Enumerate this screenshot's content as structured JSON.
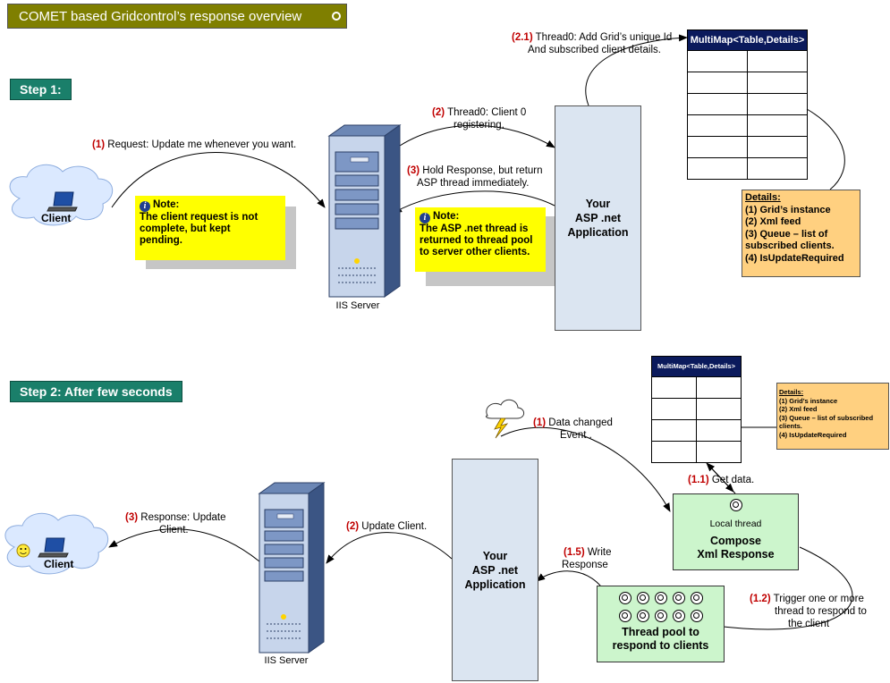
{
  "title": "COMET based Gridcontrol’s response overview",
  "step1": {
    "label": "Step 1:",
    "client": "Client",
    "server_label": "IIS Server",
    "app_label": [
      "Your",
      "ASP .net",
      "Application"
    ],
    "arrow1_num": "(1)",
    "arrow1_text": "Request: Update me whenever you want.",
    "arrow2_num": "(2)",
    "arrow2_text_line1": "Thread0: Client 0",
    "arrow2_text_line2": "registering.",
    "arrow3_num": "(3)",
    "arrow3_text_line1": "Hold Response, but return",
    "arrow3_text_line2": "ASP thread immediately.",
    "arrow21_num": "(2.1)",
    "arrow21_text_line1": "Thread0: Add Grid’s unique Id",
    "arrow21_text_line2": "And subscribed client details.",
    "note1_title": "Note:",
    "note1_body": [
      "The client request is not",
      "complete, but kept",
      "pending."
    ],
    "note2_title": "Note:",
    "note2_body": [
      "The ASP .net thread is",
      "returned to thread pool",
      "to server other clients."
    ],
    "multimap_header": "MultiMap<Table,Details>",
    "details_title": "Details:",
    "details_lines": [
      "(1) Grid’s instance",
      "(2) Xml feed",
      "(3) Queue – list of",
      "subscribed clients.",
      "(4) IsUpdateRequired"
    ]
  },
  "step2": {
    "label": "Step 2: After few seconds",
    "client": "Client",
    "server_label": "IIS Server",
    "app_label": [
      "Your",
      "ASP .net",
      "Application"
    ],
    "multimap_header": "MultiMap<Table,Details>",
    "details_title": "Details:",
    "details_lines": [
      "(1) Grid’s instance",
      "(2) Xml feed",
      "(3) Queue – list of subscribed",
      "clients.",
      "(4) IsUpdateRequired"
    ],
    "arrow1_num": "(1)",
    "arrow1_text_line1": "Data changed",
    "arrow1_text_line2": "Event .",
    "arrow11_num": "(1.1)",
    "arrow11_text": "Get data.",
    "arrow12_num": "(1.2)",
    "arrow12_text_line1": "Trigger one or more",
    "arrow12_text_line2": "thread to respond to",
    "arrow12_text_line3": "the client",
    "arrow15_num": "(1.5)",
    "arrow15_text_line1": "Write",
    "arrow15_text_line2": "Response",
    "arrow2_num": "(2)",
    "arrow2_text": "Update Client.",
    "arrow3_num": "(3)",
    "arrow3_text_line1": "Response: Update",
    "arrow3_text_line2": "Client.",
    "local_thread": "Local thread",
    "compose_line1": "Compose",
    "compose_line2": "Xml Response",
    "pool_line1": "Thread pool to",
    "pool_line2": "respond to clients"
  }
}
